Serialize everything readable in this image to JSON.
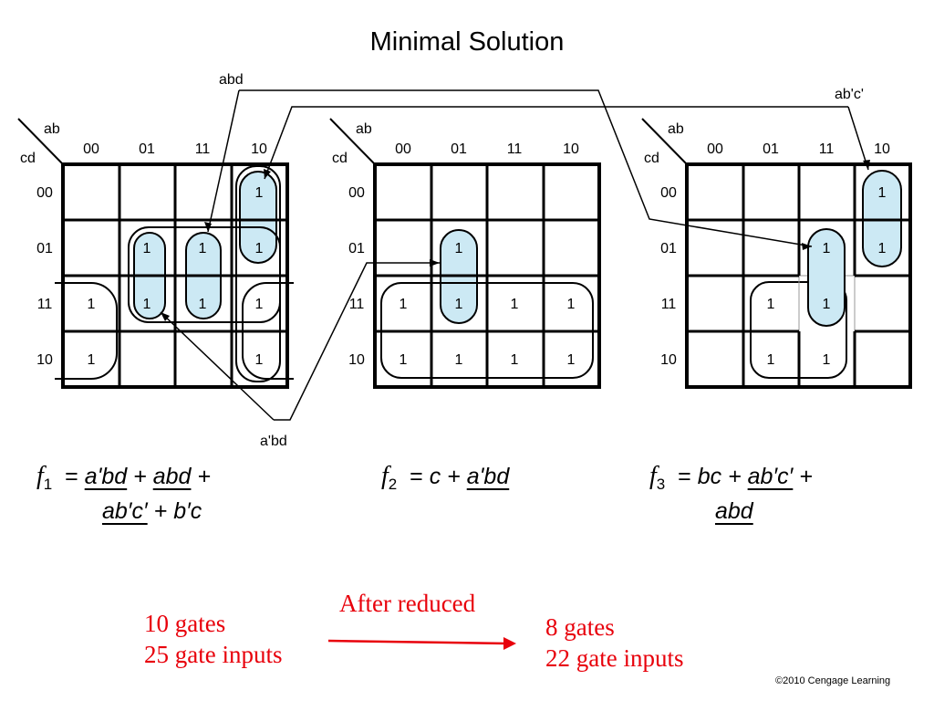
{
  "title": "Minimal Solution",
  "colors": {
    "loop_fill": "#cce9f4",
    "accent": "#e8000b",
    "line": "#000000"
  },
  "maps": [
    {
      "corner_row": "ab",
      "corner_col": "cd",
      "col_labels": [
        "00",
        "01",
        "11",
        "10"
      ],
      "row_labels": [
        "00",
        "01",
        "11",
        "10"
      ],
      "cells": [
        [
          "",
          "",
          "",
          "1"
        ],
        [
          "",
          "1",
          "1",
          "1"
        ],
        [
          "1",
          "1",
          "1",
          "1"
        ],
        [
          "1",
          "",
          "",
          "1"
        ]
      ]
    },
    {
      "corner_row": "ab",
      "corner_col": "cd",
      "col_labels": [
        "00",
        "01",
        "11",
        "10"
      ],
      "row_labels": [
        "00",
        "01",
        "11",
        "10"
      ],
      "cells": [
        [
          "",
          "",
          "",
          ""
        ],
        [
          "",
          "1",
          "",
          ""
        ],
        [
          "1",
          "1",
          "1",
          "1"
        ],
        [
          "1",
          "1",
          "1",
          "1"
        ]
      ]
    },
    {
      "corner_row": "ab",
      "corner_col": "cd",
      "col_labels": [
        "00",
        "01",
        "11",
        "10"
      ],
      "row_labels": [
        "00",
        "01",
        "11",
        "10"
      ],
      "cells": [
        [
          "",
          "",
          "",
          "1"
        ],
        [
          "",
          "",
          "1",
          "1"
        ],
        [
          "",
          "1",
          "1",
          ""
        ],
        [
          "",
          "1",
          "1",
          ""
        ]
      ]
    }
  ],
  "term_labels": {
    "abd": "abd",
    "abc": "ab'c'",
    "abd2": "a'bd"
  },
  "equations": {
    "f1": {
      "name": "f",
      "sub": "1",
      "eq": "=",
      "t1": "a'bd",
      "p1": "+",
      "t2": "abd",
      "p2": "+",
      "t3": "ab′c′",
      "p3": "+",
      "t4": "b′c"
    },
    "f2": {
      "name": "f",
      "sub": "2",
      "eq": "=",
      "t1": "c",
      "p1": "+",
      "t2": "a'bd"
    },
    "f3": {
      "name": "f",
      "sub": "3",
      "eq": "=",
      "t1": "bc",
      "p1": "+",
      "t2": "ab′c′",
      "p2": "+",
      "t3": "abd"
    }
  },
  "notes": {
    "before_line1": "10 gates",
    "before_line2": "25 gate inputs",
    "arrow_label": "After reduced",
    "after_line1": "8 gates",
    "after_line2": "22 gate inputs"
  },
  "copyright": "©2010 Cengage Learning"
}
